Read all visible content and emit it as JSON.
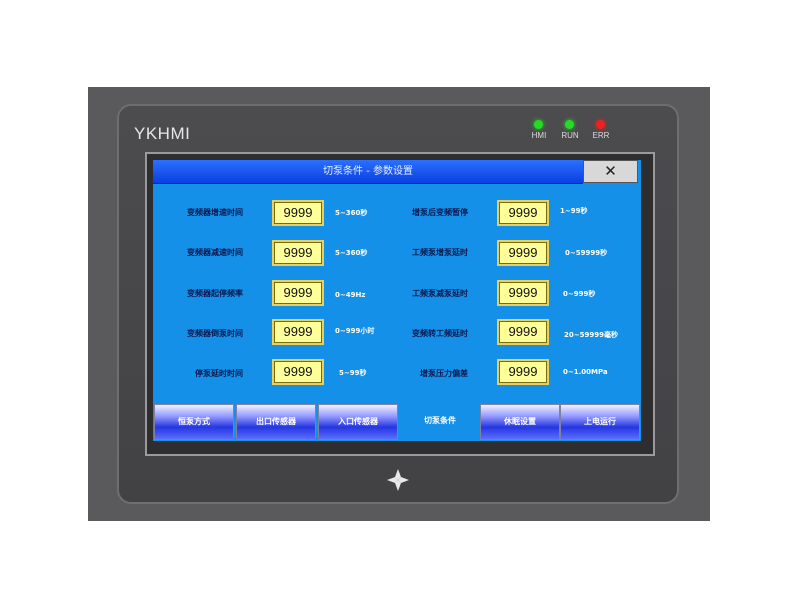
{
  "device": {
    "brand": "YKHMI",
    "indicators": [
      {
        "label": "HMI",
        "color": "#22dd22"
      },
      {
        "label": "RUN",
        "color": "#22dd22"
      },
      {
        "label": "ERR",
        "color": "#ee2020"
      }
    ]
  },
  "window": {
    "title": "切泵条件 - 参数设置",
    "close_label": "✕"
  },
  "params_left": [
    {
      "label": "变频器增速时间",
      "value": "9999",
      "range": "5~360秒"
    },
    {
      "label": "变频器减速时间",
      "value": "9999",
      "range": "5~360秒"
    },
    {
      "label": "变频器起停频率",
      "value": "9999",
      "range": "0~49Hz"
    },
    {
      "label": "变频器倒泵时间",
      "value": "9999",
      "range": "0~999小时"
    },
    {
      "label": "停泵延时时间",
      "value": "9999",
      "range": "5~99秒"
    }
  ],
  "params_right": [
    {
      "label": "增泵后变频暂停",
      "value": "9999",
      "range": "1~99秒"
    },
    {
      "label": "工频泵增泵延时",
      "value": "9999",
      "range": "0~59999秒"
    },
    {
      "label": "工频泵减泵延时",
      "value": "9999",
      "range": "0~999秒"
    },
    {
      "label": "变频转工频延时",
      "value": "9999",
      "range": "20~59999毫秒"
    },
    {
      "label": "增泵压力偏差",
      "value": "9999",
      "range": "0~1.00MPa"
    }
  ],
  "nav": [
    {
      "label": "恒泵方式",
      "active": false
    },
    {
      "label": "出口传感器",
      "active": false
    },
    {
      "label": "入口传感器",
      "active": false
    },
    {
      "label": "切泵条件",
      "active": true
    },
    {
      "label": "休眠设置",
      "active": false
    },
    {
      "label": "上电运行",
      "active": false
    }
  ],
  "colors": {
    "screen_bg": "#1590e8",
    "titlebar": "#0a3fe0",
    "value_box": "#ffff9a"
  }
}
